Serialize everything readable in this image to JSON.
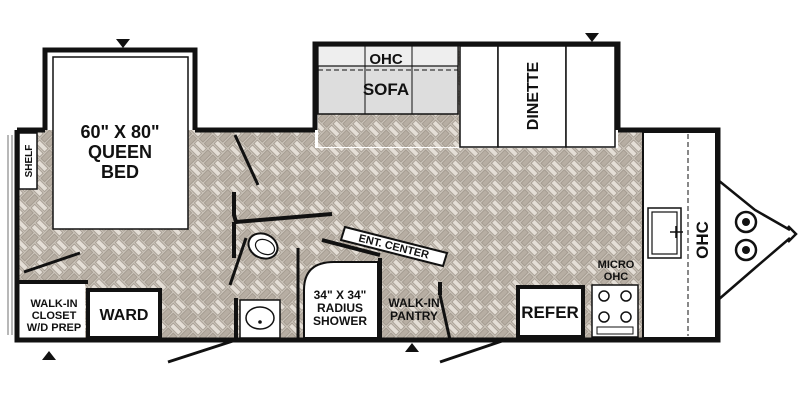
{
  "floorplan": {
    "labels": {
      "bed_size": "60\" X 80\"",
      "bed_line1": "QUEEN",
      "bed_line2": "BED",
      "shelf": "SHELF",
      "closet_line1": "WALK-IN",
      "closet_line2": "CLOSET",
      "closet_line3": "W/D PREP",
      "ward": "WARD",
      "ohc_top": "OHC",
      "sofa": "SOFA",
      "dinette": "DINETTE",
      "ent_center": "ENT. CENTER",
      "shower_line1": "34\" X 34\"",
      "shower_line2": "RADIUS",
      "shower_line3": "SHOWER",
      "pantry_line1": "WALK-IN",
      "pantry_line2": "PANTRY",
      "refer": "REFER",
      "micro_line1": "MICRO",
      "micro_line2": "OHC",
      "ohc_front": "OHC"
    },
    "colors": {
      "wall": "#111111",
      "floor": "#cdc6bc",
      "floor_pattern": "#a89f93",
      "furniture_fill": "#ffffff",
      "sofa_fill": "#dddddd"
    }
  }
}
